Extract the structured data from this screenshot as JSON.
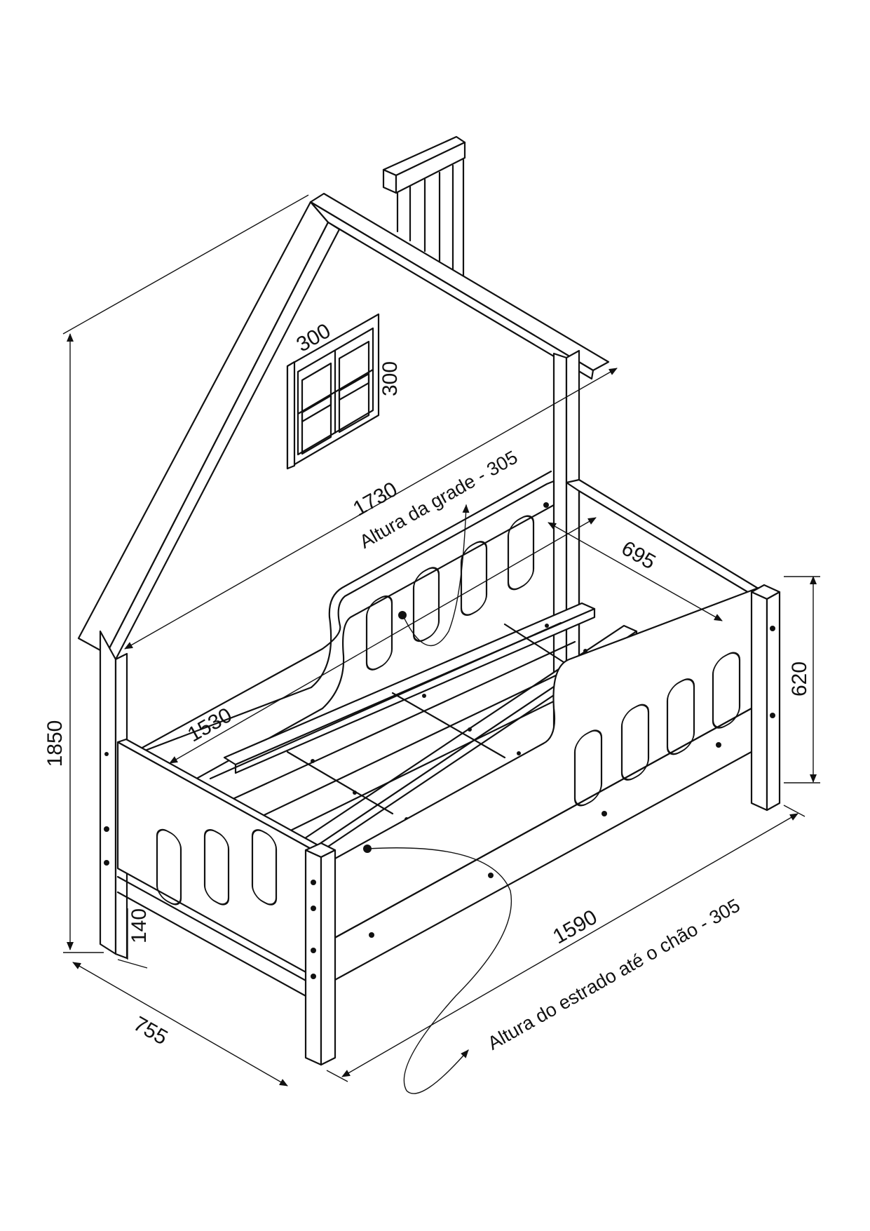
{
  "dimensions": {
    "total_height": "1850",
    "roof_length": "1730",
    "window_width": "300",
    "window_height": "300",
    "inner_width": "695",
    "inner_length": "1530",
    "side_height": "620",
    "total_length": "1590",
    "total_width": "755",
    "leg_clearance": "140"
  },
  "annotations": {
    "rail_height": "Altura da grade - 305",
    "slat_height": "Altura do estrado até o chão - 305"
  },
  "colors": {
    "line": "#111111",
    "background": "#ffffff"
  }
}
